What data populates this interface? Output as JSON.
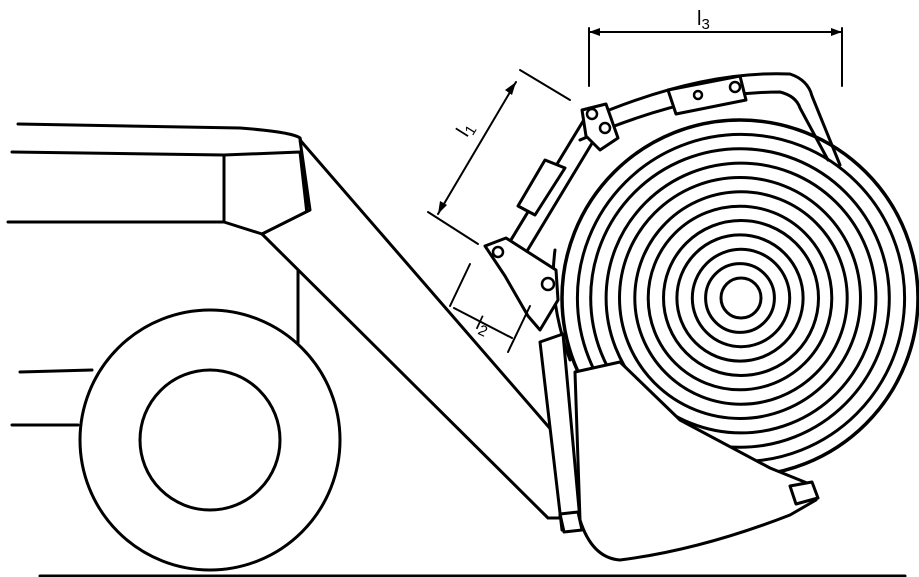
{
  "labels": {
    "l1": {
      "main": "l",
      "sub": "1"
    },
    "l2": {
      "main": "l",
      "sub": "2"
    },
    "l3": {
      "main": "l",
      "sub": "3"
    }
  },
  "colors": {
    "ink": "#000000",
    "paper": "#ffffff"
  },
  "bale": {
    "ring_count": 12
  }
}
